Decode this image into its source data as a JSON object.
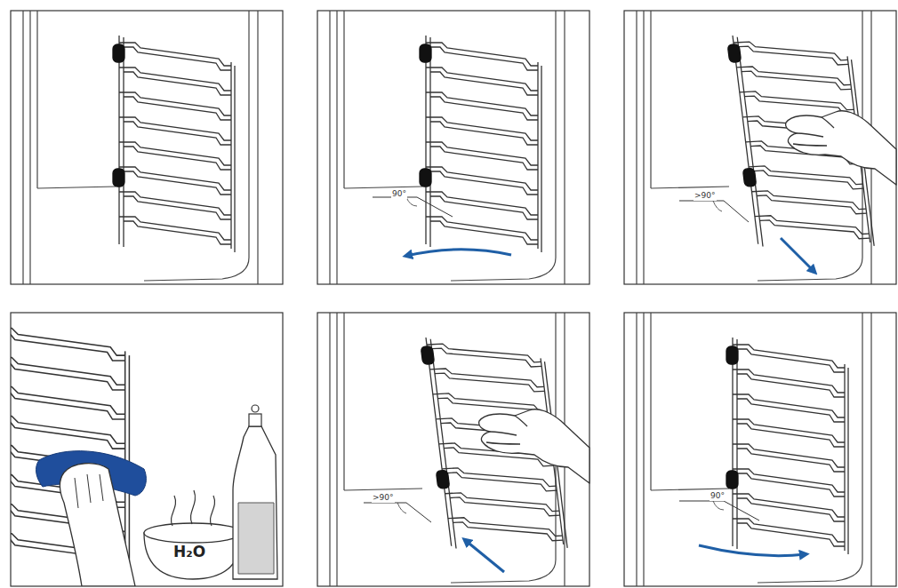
{
  "diagram": {
    "labels": [
      "90°",
      ">90°",
      "H₂O",
      ">90°",
      "90°"
    ]
  }
}
